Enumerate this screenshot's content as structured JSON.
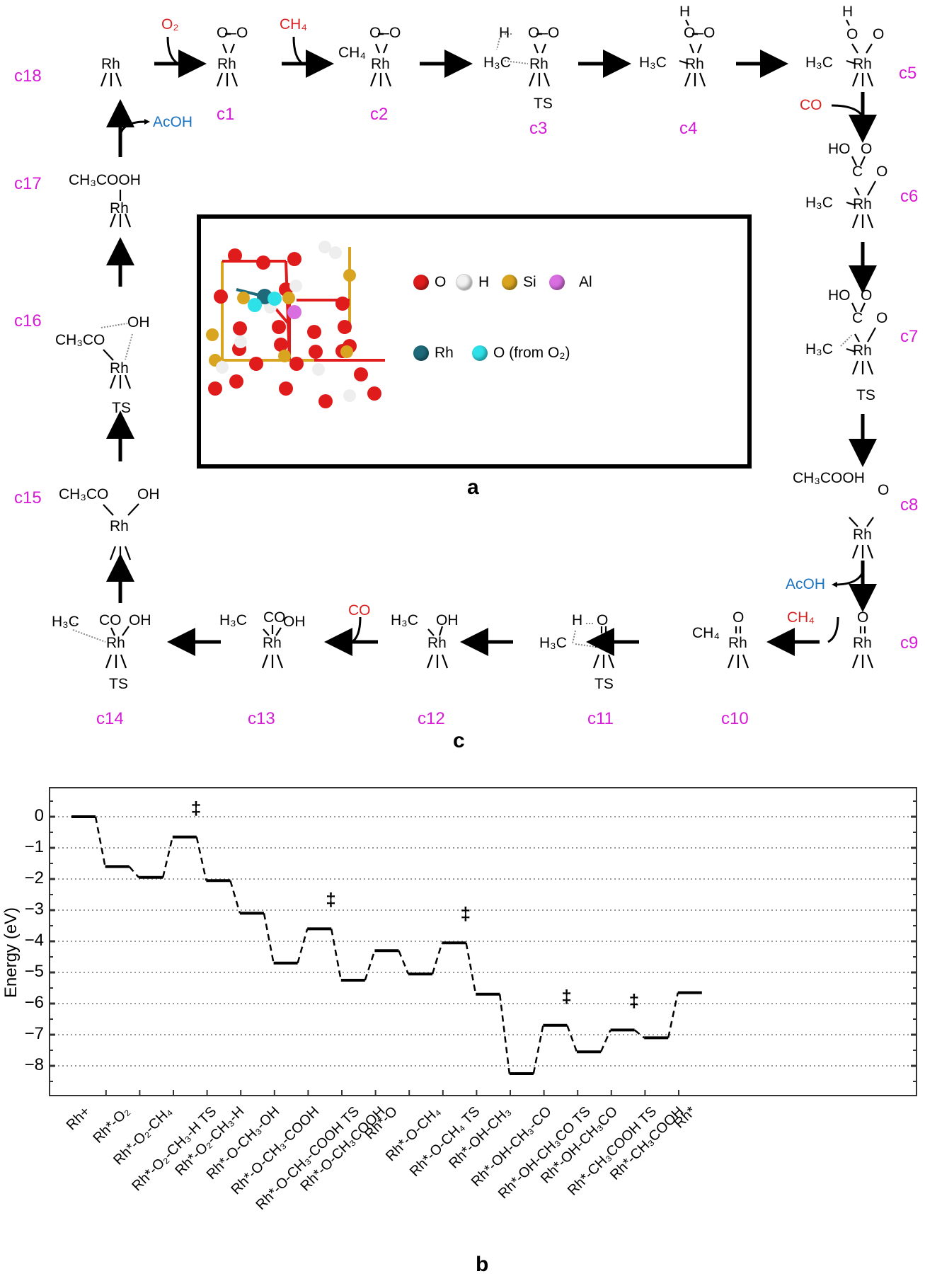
{
  "scheme": {
    "panel_label": "c",
    "labels": {
      "c1": "c1",
      "c2": "c2",
      "c3": "c3",
      "c4": "c4",
      "c5": "c5",
      "c6": "c6",
      "c7": "c7",
      "c8": "c8",
      "c9": "c9",
      "c10": "c10",
      "c11": "c11",
      "c12": "c12",
      "c13": "c13",
      "c14": "c14",
      "c15": "c15",
      "c16": "c16",
      "c17": "c17",
      "c18": "c18"
    },
    "reagents": {
      "o2_in": "O₂",
      "ch4_in_top": "CH₄",
      "co_in_right": "CO",
      "acoh_out_right": "AcOH",
      "ch4_in_bottom": "CH₄",
      "co_in_bottom": "CO",
      "acoh_out_left": "AcOH"
    },
    "species": {
      "rh": "Rh",
      "ts": "TS",
      "o_o": "O–O",
      "ch4": "CH₄",
      "h3c": "H₃C",
      "h": "H",
      "o": "O",
      "ho": "HO",
      "c": "C",
      "oh": "OH",
      "co": "CO",
      "ch3cooh": "CH₃COOH",
      "ch3co": "CH₃CO"
    }
  },
  "inset": {
    "panel_label": "a",
    "legend": [
      {
        "symbol": "O",
        "color": "#e01b1b"
      },
      {
        "symbol": "H",
        "color": "#f2f2f2"
      },
      {
        "symbol": "Si",
        "color": "#d9a520"
      },
      {
        "symbol": "Al",
        "color": "#d86ee0"
      },
      {
        "symbol": "Rh",
        "color": "#1e6a7a"
      },
      {
        "symbol": "O (from O₂)",
        "color": "#2ee0e8"
      }
    ]
  },
  "chart": {
    "panel_label": "b",
    "ylabel": "Energy (eV)",
    "ytick_labels": [
      "0",
      "−1",
      "−2",
      "−3",
      "−4",
      "−5",
      "−6",
      "−7",
      "−8"
    ],
    "ts_marker": "‡"
  },
  "chart_data": {
    "type": "line",
    "title": "",
    "xlabel": "",
    "ylabel": "Energy (eV)",
    "ylim": [
      -8.8,
      0.8
    ],
    "yticks": [
      0,
      -1,
      -2,
      -3,
      -4,
      -5,
      -6,
      -7,
      -8
    ],
    "grid": "horizontal dotted",
    "style": "energy-level diagram (horizontal levels connected by dashed lines)",
    "categories": [
      "Rh+",
      "Rh*-O2",
      "Rh*-O2-CH4",
      "Rh*-O2-CH3-H TS",
      "Rh*-O2-CH3-H",
      "Rh*-O-CH3-OH",
      "Rh*-O-CH3-COOH",
      "Rh*-O-CH3-COOH TS",
      "Rh*-O-CH3COOH",
      "Rh*-O",
      "Rh*-O-CH4",
      "Rh*-O-CH4 TS",
      "Rh*-OH-CH3",
      "Rh*-OH-CH3-CO",
      "Rh*-OH-CH3CO TS",
      "Rh*-OH-CH3CO",
      "Rh*-CH3COOH TS",
      "Rh*-CH3COOH",
      "Rh*"
    ],
    "values": [
      0,
      -1.6,
      -1.95,
      -0.65,
      -2.05,
      -3.1,
      -4.7,
      -3.6,
      -5.25,
      -4.3,
      -5.05,
      -4.05,
      -5.7,
      -8.25,
      -6.7,
      -7.55,
      -6.85,
      -7.1,
      -5.65
    ],
    "transition_states": [
      3,
      7,
      11,
      14,
      16
    ],
    "annotations": [
      "‡ marks transition states"
    ]
  },
  "xtick_display": [
    "Rh+",
    "Rh*-O₂",
    "Rh*-O₂-CH₄",
    "Rh*-O₂-CH₃-H TS",
    "Rh*-O₂-CH₃-H",
    "Rh*-O-CH₃-OH",
    "Rh*-O-CH₃-COOH",
    "Rh*-O-CH₃-COOH TS",
    "Rh*-O-CH₃COOH",
    "Rh*-O",
    "Rh*-O-CH₄",
    "Rh*-O-CH₄ TS",
    "Rh*-OH-CH₃",
    "Rh*-OH-CH₃-CO",
    "Rh*-OH-CH₃CO TS",
    "Rh*-OH-CH₃CO",
    "Rh*-CH₃COOH TS",
    "Rh*-CH₃COOH",
    "Rh*"
  ]
}
